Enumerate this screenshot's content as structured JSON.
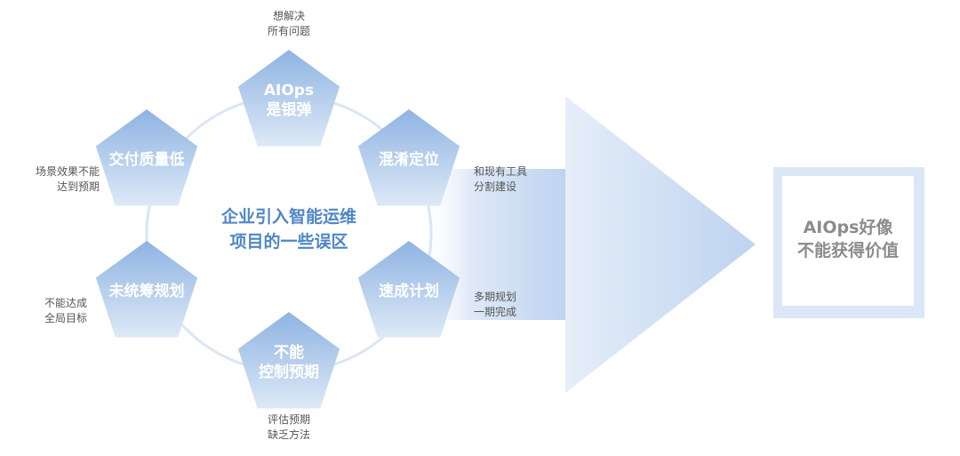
{
  "center": {
    "line1": "企业引入智能运维",
    "line2": "项目的一些误区"
  },
  "nodes": [
    {
      "id": "aiops-silver-bullet",
      "label_lines": [
        "AIOps",
        "是银弹"
      ],
      "note_lines": [
        "想解决",
        "所有问题"
      ]
    },
    {
      "id": "confused-positioning",
      "label_lines": [
        "混淆定位"
      ],
      "note_lines": [
        "和现有工具",
        "分割建设"
      ]
    },
    {
      "id": "quick-plan",
      "label_lines": [
        "速成计划"
      ],
      "note_lines": [
        "多期规划",
        "一期完成"
      ]
    },
    {
      "id": "uncontrolled-expectation",
      "label_lines": [
        "不能",
        "控制预期"
      ],
      "note_lines": [
        "评估预期",
        "缺乏方法"
      ]
    },
    {
      "id": "no-overall-plan",
      "label_lines": [
        "未统筹规划"
      ],
      "note_lines": [
        "不能达成",
        "全局目标"
      ]
    },
    {
      "id": "low-delivery-quality",
      "label_lines": [
        "交付质量低"
      ],
      "note_lines": [
        "场景效果不能",
        "达到预期"
      ]
    }
  ],
  "result": {
    "line1": "AIOps好像",
    "line2": "不能获得价值"
  },
  "colors": {
    "pentagon_top": "#8eb3e2",
    "pentagon_bottom": "#dce8f6",
    "ring": "#dbe6f4",
    "arrow": "#c5d8f0",
    "center_text": "#4f86c6",
    "result_border": "#dbe7f6",
    "result_text": "#8c8c8c",
    "note_text": "#555555"
  }
}
